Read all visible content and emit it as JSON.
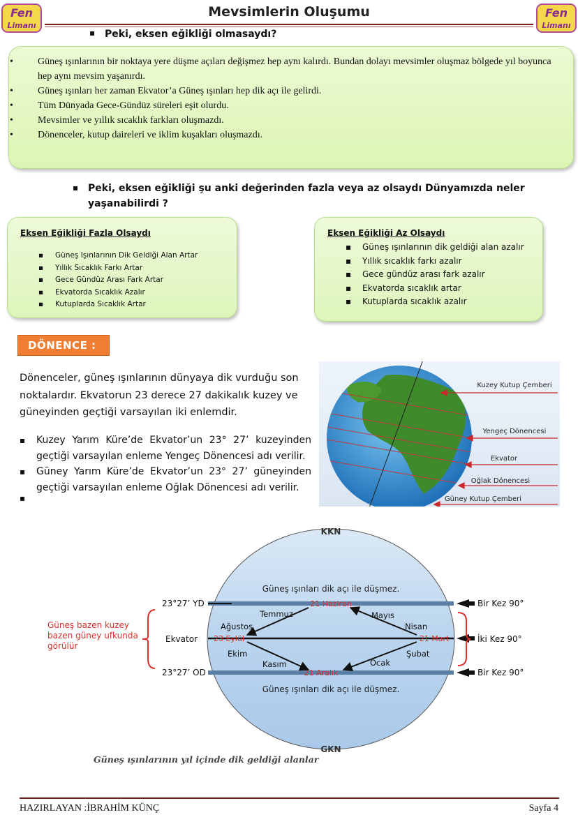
{
  "header": {
    "title": "Mevsimlerin Oluşumu",
    "logo_text_top": "Fen",
    "logo_text_bottom": "Limanı"
  },
  "question1": "Peki, eksen eğikliği olmasaydı?",
  "no_tilt_list": [
    "Güneş ışınlarının bir noktaya yere düşme açıları değişmez hep aynı kalırdı. Bundan dolayı mevsimler oluşmaz bölgede yıl boyunca hep aynı mevsim yaşanırdı.",
    "Güneş ışınları her zaman  Ekvator’a Güneş ışınları hep dik açı ile gelirdi.",
    "Tüm Dünyada Gece-Gündüz süreleri eşit olurdu.",
    "Mevsimler ve yıllık sıcaklık farkları oluşmazdı.",
    " Dönenceler, kutup daireleri ve iklim kuşakları oluşmazdı."
  ],
  "question2": "Peki, eksen eğikliği şu anki değerinden fazla  veya az olsaydı Dünyamızda neler yaşanabilirdi ?",
  "more_tilt": {
    "title": "Eksen Eğikliği Fazla Olsaydı",
    "items": [
      "Güneş Işınlarının Dik Geldiği Alan Artar",
      "Yıllık Sıcaklık Farkı Artar",
      "Gece Gündüz Arası Fark Artar",
      "Ekvatorda Sıcaklık Azalır",
      "Kutuplarda Sıcaklık Artar"
    ]
  },
  "less_tilt": {
    "title": "Eksen Eğikliği Az Olsaydı",
    "items": [
      "Güneş ışınlarının dik geldiği alan azalır",
      "Yıllık sıcaklık farkı azalır",
      "Gece gündüz arası fark azalır",
      "Ekvatorda sıcaklık artar",
      "Kutuplarda sıcaklık azalır"
    ]
  },
  "donence": {
    "heading": "DÖNENCE :",
    "definition": "Dönenceler, güneş ışınlarının dünyaya dik vurduğu son noktalardır. Ekvatorun 23 derece 27 dakikalık kuzey ve güneyinden geçtiği varsayılan iki enlemdir.",
    "bullets": [
      "Kuzey Yarım Küre’de Ekvator’un 23° 27’ kuzeyinden geçtiği varsayılan enleme Yengeç Dönencesi adı verilir.",
      "Güney Yarım Küre’de Ekvator’un 23° 27’ güneyinden geçtiği varsayılan enleme Oğlak Dönencesi adı verilir."
    ]
  },
  "globe": {
    "labels": {
      "north_circle": "Kuzey Kutup Çemberi",
      "cancer": "Yengeç Dönencesi",
      "equator": "Ekvator",
      "capricorn": "Oğlak Dönencesi",
      "south_circle": "Güney Kutup Çemberi"
    }
  },
  "diagram": {
    "north_pole": "KKN",
    "south_pole": "GKN",
    "top_text": "Güneş ışınları dik açı ile düşmez.",
    "bottom_text": "Güneş ışınları dik açı ile düşmez.",
    "left_note": "Güneş bazen kuzey bazen güney ufkunda görülür",
    "lat_north": "23°27’ YD",
    "lat_equator": "Ekvator",
    "lat_south": "23°27’ OD",
    "date_june": "21 Haziran",
    "date_sep": "23 Eylül",
    "date_march": "21 Mart",
    "date_dec": "21 Aralık",
    "months": {
      "temmuz": "Temmuz",
      "agustos": "Ağustos",
      "ekim": "Ekim",
      "kasim": "Kasım",
      "mayis": "Mayıs",
      "nisan": "Nisan",
      "subat": "Şubat",
      "ocak": "Ocak"
    },
    "right_north": "Bir Kez 90°",
    "right_equator": "İki Kez 90°",
    "right_south": "Bir Kez 90°",
    "caption": "Güneş ışınlarının yıl içinde dik geldiği alanlar"
  },
  "footer": {
    "author": "HAZIRLAYAN :İBRAHİM KÜNÇ",
    "page": "Sayfa 4"
  },
  "colors": {
    "box_green": "#dcf5b4",
    "accent_orange": "#ef7e32",
    "rule_red": "#7a1d1d",
    "diagram_red": "#d9302b"
  }
}
